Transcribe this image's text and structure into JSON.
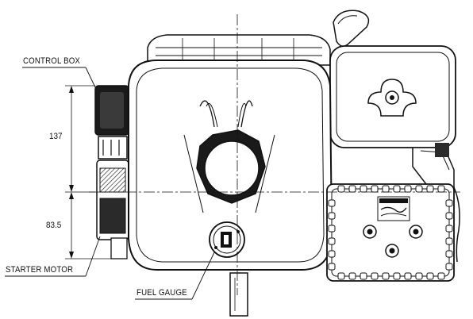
{
  "callouts": {
    "control_box": "CONTROL BOX",
    "starter_motor": "STARTER MOTOR",
    "fuel_gauge": "FUEL GAUGE"
  },
  "dimensions": {
    "upper": "137",
    "lower": "83.5"
  },
  "colors": {
    "line": "#111111",
    "fill": "#ffffff",
    "dark_fill": "#1a1a1a"
  }
}
